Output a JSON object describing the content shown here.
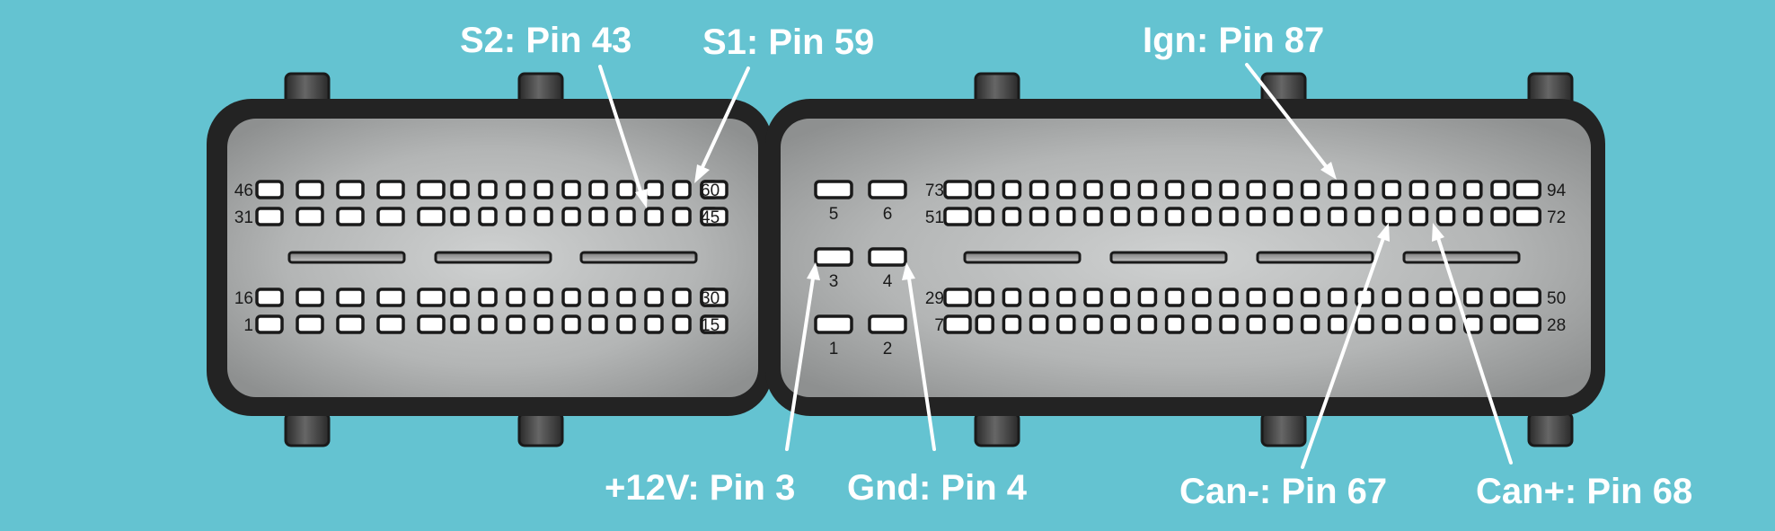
{
  "diagram": {
    "colors": {
      "background": "#64c3d1",
      "housing": "#232323",
      "pin_border": "#1a1a1a",
      "pin_fill": "#ffffff",
      "arrow": "#ffffff"
    },
    "left_connector": {
      "row_labels": {
        "top_left": "46",
        "top_right": "60",
        "second_left": "31",
        "second_right": "45",
        "third_left": "16",
        "third_right": "30",
        "bottom_left": "1",
        "bottom_right": "15"
      }
    },
    "right_connector": {
      "power_pin_labels": [
        "5",
        "6",
        "3",
        "4",
        "1",
        "2"
      ],
      "row_labels": {
        "top_left": "73",
        "top_right": "94",
        "second_left": "51",
        "second_right": "72",
        "third_left": "29",
        "third_right": "50",
        "bottom_left": "7",
        "bottom_right": "28"
      }
    },
    "callouts": {
      "s2": "S2: Pin 43",
      "s1": "S1: Pin 59",
      "ign": "Ign: Pin 87",
      "v12": "+12V: Pin 3",
      "gnd": "Gnd: Pin 4",
      "can_minus": "Can-: Pin 67",
      "can_plus": "Can+: Pin 68"
    }
  }
}
